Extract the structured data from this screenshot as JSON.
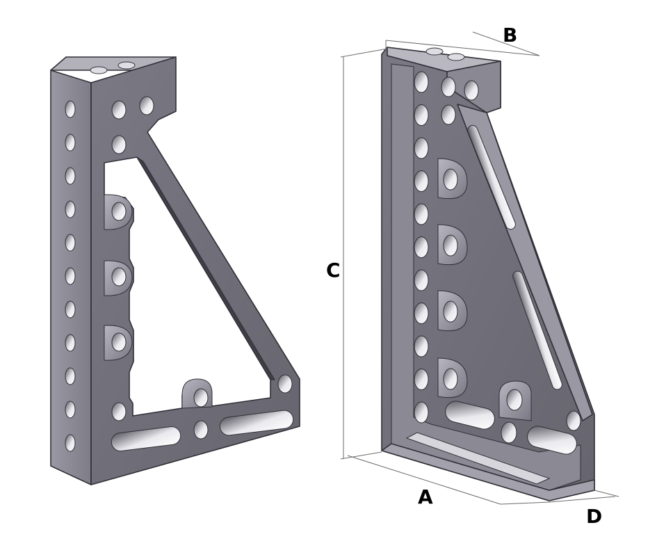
{
  "figure": {
    "dimensions": [
      "A",
      "B",
      "C",
      "D"
    ],
    "colors": {
      "face": "#6f6d77",
      "side": "#8c8a95",
      "top": "#b6b4bd",
      "hole": "#f2f2f5",
      "edge": "#2f2f36"
    }
  }
}
